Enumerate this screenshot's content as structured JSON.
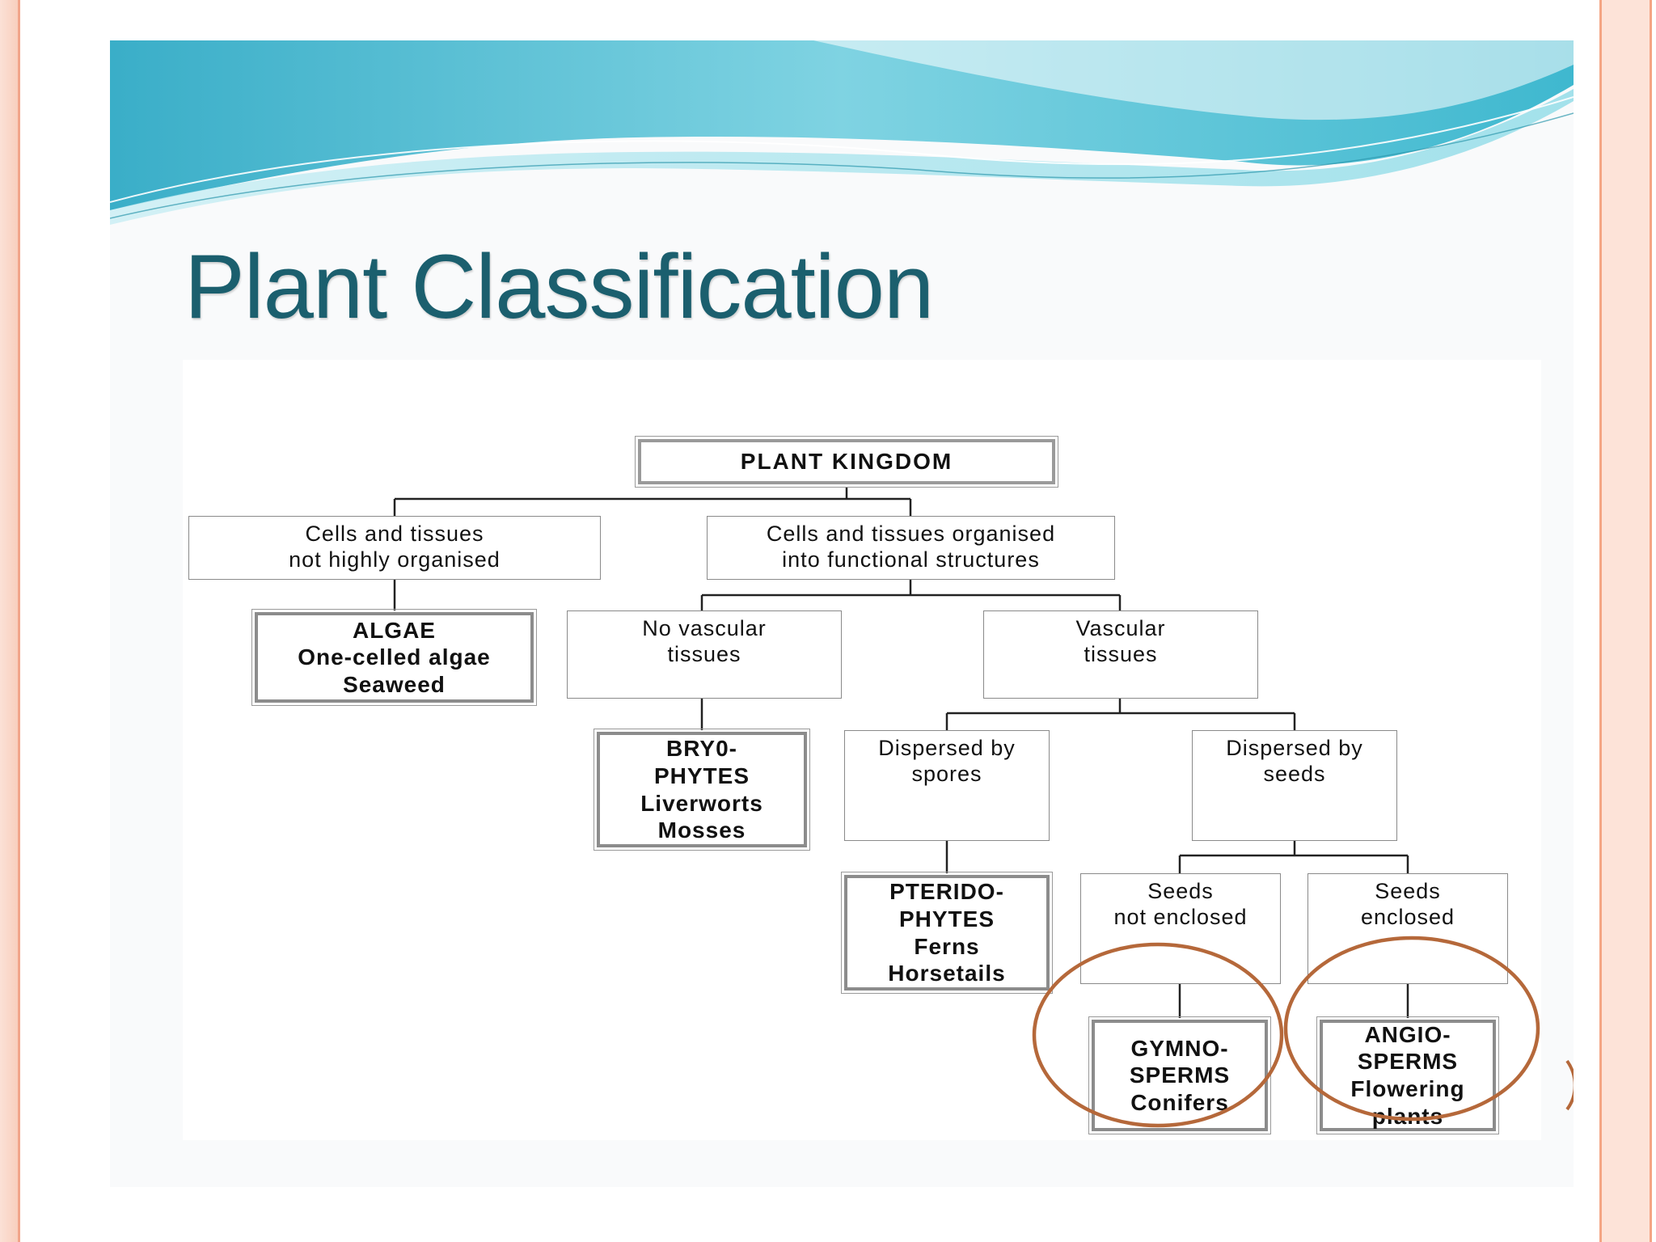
{
  "slide": {
    "title": "Plant Classification"
  },
  "tree": {
    "root": "PLANT KINGDOM",
    "not_organised": "Cells and tissues\nnot highly organised",
    "organised": "Cells and tissues organised\ninto functional structures",
    "algae": "ALGAE\nOne-celled algae\nSeaweed",
    "no_vascular": "No vascular\ntissues",
    "vascular": "Vascular\ntissues",
    "bryophytes": "BRY0-\nPHYTES\nLiverworts\nMosses",
    "by_spores": "Dispersed by\nspores",
    "by_seeds": "Dispersed by\nseeds",
    "pteridophytes": "PTERIDO-\nPHYTES\nFerns\nHorsetails",
    "seeds_not_enclosed": "Seeds\nnot enclosed",
    "seeds_enclosed": "Seeds\nenclosed",
    "gymnosperms": "GYMNO-\nSPERMS\nConifers",
    "angiosperms": "ANGIO-\nSPERMS\nFlowering\nplants"
  },
  "colors": {
    "title": "#1b5f6e",
    "highlight_circle": "#b5683a",
    "frame_accent": "#f4a584",
    "wave_teal": "#3fb8cf"
  }
}
